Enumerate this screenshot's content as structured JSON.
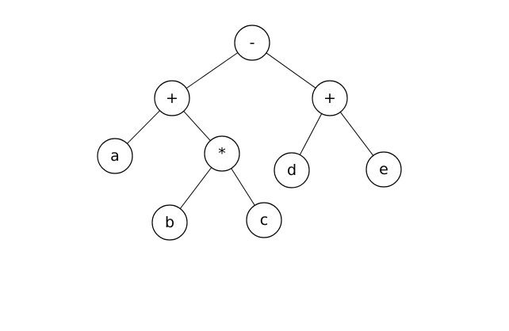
{
  "diagram": {
    "type": "expression-tree",
    "nodes": [
      {
        "id": "minus-root",
        "label": "-"
      },
      {
        "id": "plus-left",
        "label": "+"
      },
      {
        "id": "plus-right",
        "label": "+"
      },
      {
        "id": "leaf-a",
        "label": "a"
      },
      {
        "id": "times",
        "label": "*"
      },
      {
        "id": "leaf-b",
        "label": "b"
      },
      {
        "id": "leaf-c",
        "label": "c"
      },
      {
        "id": "leaf-d",
        "label": "d"
      },
      {
        "id": "leaf-e",
        "label": "e"
      }
    ],
    "edges": [
      {
        "from": "minus-root",
        "to": "plus-left"
      },
      {
        "from": "minus-root",
        "to": "plus-right"
      },
      {
        "from": "plus-left",
        "to": "leaf-a"
      },
      {
        "from": "plus-left",
        "to": "times"
      },
      {
        "from": "times",
        "to": "leaf-b"
      },
      {
        "from": "times",
        "to": "leaf-c"
      },
      {
        "from": "plus-right",
        "to": "leaf-d"
      },
      {
        "from": "plus-right",
        "to": "leaf-e"
      }
    ]
  }
}
